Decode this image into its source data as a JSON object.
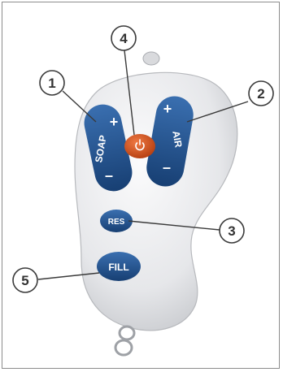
{
  "remote": {
    "soap": {
      "label": "SOAP",
      "plus": "+",
      "minus": "–"
    },
    "air": {
      "label": "AIR",
      "plus": "+",
      "minus": "–"
    },
    "power": {
      "icon": "power-icon"
    },
    "res": {
      "label": "RES"
    },
    "fill": {
      "label": "FILL"
    }
  },
  "callouts": [
    {
      "number": "1"
    },
    {
      "number": "2"
    },
    {
      "number": "3"
    },
    {
      "number": "4"
    },
    {
      "number": "5"
    }
  ],
  "colors": {
    "button_blue": "#1f4f8c",
    "power_orange": "#d9531e",
    "body_white": "#ecedef",
    "callout_stroke": "#3a3a3a"
  }
}
